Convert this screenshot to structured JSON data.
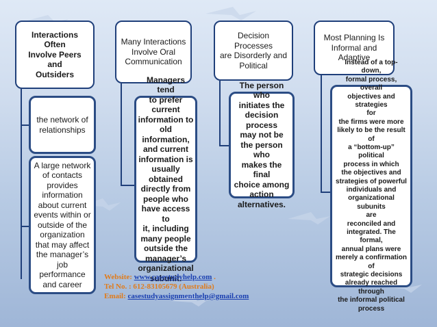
{
  "colors": {
    "accent": "#1f3f7a",
    "footer_label": "#e07b1a",
    "footer_link": "#1a3fb0"
  },
  "columns": [
    {
      "heading": "Interactions Often\nInvolve Peers and\nOutsiders",
      "items": [
        "the network of\nrelationships",
        "A large network\nof contacts\nprovides\ninformation\nabout current\nevents within or\noutside of the\norganization\nthat may affect\nthe manager’s\njob\nperformance\nand career"
      ]
    },
    {
      "heading": "Many Interactions\nInvolve Oral\nCommunication",
      "items": [
        "Managers tend\nto prefer\ncurrent\ninformation to\nold information,\nand current\ninformation is\nusually\nobtained\ndirectly from\npeople who\nhave access to\nit, including\nmany people\noutside the\nmanager’s\norganizational\nsubunit."
      ]
    },
    {
      "heading": "Decision Processes\nare Disorderly and\nPolitical",
      "items": [
        "The person who\ninitiates the\ndecision process\nmay not be\nthe person who\nmakes the final\nchoice among\naction\nalternatives."
      ]
    },
    {
      "heading": "Most Planning Is\nInformal and\nAdaptive",
      "items": [
        "Instead of a top-down,\nformal process, overall\nobjectives and strategies\nfor\nthe firms were more\nlikely to be the result of\na “bottom-up” political\nprocess in which\nthe objectives and\nstrategies of powerful\nindividuals and\norganizational subunits\nare\nreconciled and\nintegrated. The formal,\nannual plans were\nmerely a confirmation\nof\nstrategic decisions\nalready reached through\nthe informal political\nprocess"
      ]
    }
  ],
  "footer": {
    "website_label": "Website:",
    "website_value": "www.casestudyhelp.com",
    "website_suffix": ".",
    "tel_label": "Tel No. :",
    "tel_value": "612-83105679 (Australia)",
    "email_label": "Email:",
    "email_value": "casestudyassignmenthelp@gmail.com"
  }
}
